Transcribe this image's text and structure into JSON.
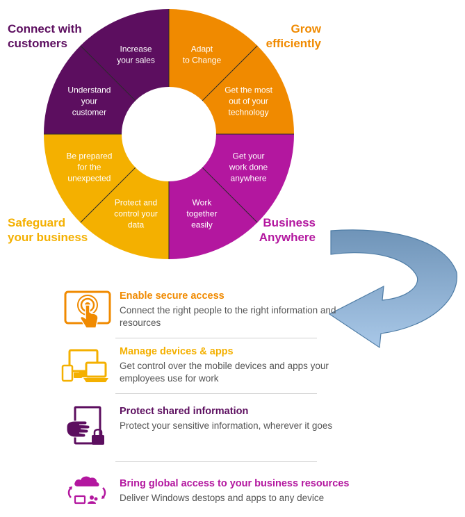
{
  "wheel": {
    "quadrants": [
      {
        "name": "connect",
        "label_lines": [
          "Connect with",
          "customers"
        ],
        "color": "#5c0e5f"
      },
      {
        "name": "grow",
        "label_lines": [
          "Grow",
          "efficiently"
        ],
        "color": "#f08a00"
      },
      {
        "name": "safeguard",
        "label_lines": [
          "Safeguard",
          "your business"
        ],
        "color": "#f4b000"
      },
      {
        "name": "business",
        "label_lines": [
          "Business",
          "Anywhere"
        ],
        "color": "#b3179f"
      }
    ],
    "segments": [
      {
        "lines": [
          "Adapt",
          "to Change"
        ],
        "color": "#f08a00"
      },
      {
        "lines": [
          "Get the most",
          "out of your",
          "technology"
        ],
        "color": "#f08a00"
      },
      {
        "lines": [
          "Get your",
          "work done",
          "anywhere"
        ],
        "color": "#b3179f"
      },
      {
        "lines": [
          "Work",
          "together",
          "easily"
        ],
        "color": "#b3179f"
      },
      {
        "lines": [
          "Protect and",
          "control your",
          "data"
        ],
        "color": "#f4b000"
      },
      {
        "lines": [
          "Be prepared",
          "for the",
          "unexpected"
        ],
        "color": "#f4b000"
      },
      {
        "lines": [
          "Understand",
          "your",
          "customer"
        ],
        "color": "#5c0e5f"
      },
      {
        "lines": [
          "Increase",
          "your sales"
        ],
        "color": "#5c0e5f"
      }
    ]
  },
  "features": [
    {
      "title": "Enable secure access",
      "description": "Connect the right people to the right information and resources",
      "color": "#f08a00",
      "icon": "touch-screen-icon"
    },
    {
      "title": "Manage devices & apps",
      "description": "Get control over the mobile devices and apps your employees use for work",
      "color": "#f4b000",
      "icon": "devices-icon"
    },
    {
      "title": "Protect shared information",
      "description": "Protect your sensitive information, wherever it goes",
      "color": "#5c0e5f",
      "icon": "protected-document-icon"
    },
    {
      "title": "Bring global access to your business resources",
      "description": "Deliver Windows destops and apps to any device",
      "color": "#b3179f",
      "icon": "cloud-sync-icon"
    }
  ],
  "colors": {
    "arrow_dark": "#6f94b8",
    "arrow_light": "#a9c8e8",
    "separator": "#cfcfcf"
  }
}
